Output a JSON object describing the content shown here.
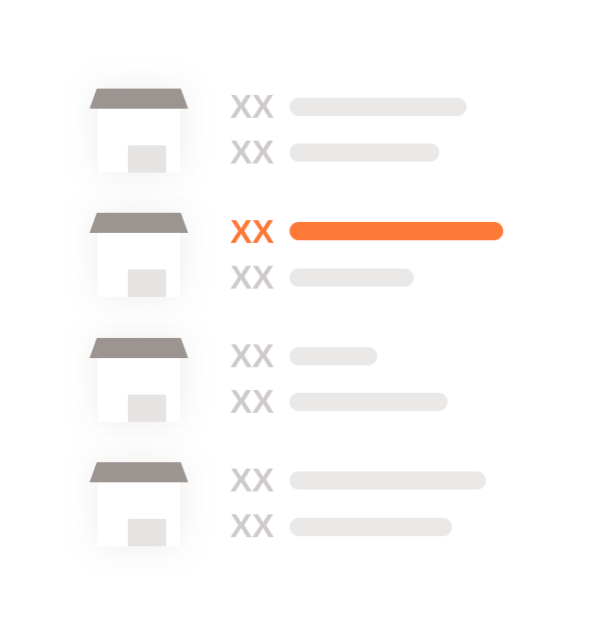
{
  "colors": {
    "roof": "#9b9490",
    "card_body": "#ffffff",
    "door": "#e6e4e2",
    "label_inactive": "#cfcbca",
    "bar_inactive": "#ebe9e8",
    "accent": "#fe7937"
  },
  "groups": [
    {
      "icon": "store-icon",
      "rows": [
        {
          "label": "XX",
          "active": false,
          "fill": 0.83
        },
        {
          "label": "XX",
          "active": false,
          "fill": 0.7
        }
      ]
    },
    {
      "icon": "store-icon",
      "rows": [
        {
          "label": "XX",
          "active": true,
          "fill": 1.0
        },
        {
          "label": "XX",
          "active": false,
          "fill": 0.58
        }
      ]
    },
    {
      "icon": "store-icon",
      "rows": [
        {
          "label": "XX",
          "active": false,
          "fill": 0.41
        },
        {
          "label": "XX",
          "active": false,
          "fill": 0.74
        }
      ]
    },
    {
      "icon": "store-icon",
      "rows": [
        {
          "label": "XX",
          "active": false,
          "fill": 0.92
        },
        {
          "label": "XX",
          "active": false,
          "fill": 0.76
        }
      ]
    }
  ]
}
